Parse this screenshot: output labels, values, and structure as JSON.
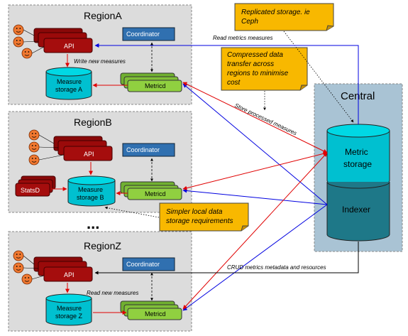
{
  "regions": [
    {
      "name": "RegionA",
      "api": "API",
      "coordinator": "Coordinator",
      "metricd": "Metricd",
      "storage_line1": "Measure",
      "storage_line2": "storage A",
      "flow_label": "Write new measures"
    },
    {
      "name": "RegionB",
      "api": "API",
      "coordinator": "Coordinator",
      "metricd": "Metricd",
      "storage_line1": "Measure",
      "storage_line2": "storage B",
      "statsd": "StatsD"
    },
    {
      "name": "RegionZ",
      "api": "API",
      "coordinator": "Coordinator",
      "metricd": "Metricd",
      "storage_line1": "Measure",
      "storage_line2": "storage Z",
      "flow_label": "Read new measures"
    }
  ],
  "ellipsis": "...",
  "central": {
    "title": "Central",
    "metric_storage_line1": "Metric",
    "metric_storage_line2": "storage",
    "indexer": "Indexer"
  },
  "notes": {
    "replicated": [
      "Replicated storage. ie",
      "Ceph"
    ],
    "compressed": [
      "Compressed data",
      "transfer across",
      "regions to minimise",
      "cost"
    ],
    "simpler": [
      "Simpler local data",
      "storage requirements"
    ]
  },
  "edge_labels": {
    "read_metrics": "Read metrics measures",
    "store_processed": "Store processed measures",
    "crud": "CRUD metrics metadata and resources"
  },
  "colors": {
    "region_fill": "#dcdcdc",
    "api_fill": "#a50d0d",
    "coordinator_fill": "#3070b0",
    "metricd_fill": "#90d040",
    "storage_fill": "#00c0d0",
    "central_fill": "#a9c3d4",
    "indexer_fill": "#1e7888",
    "note_fill": "#f8b800",
    "person_fill": "#f07830",
    "red_edge": "#e00000",
    "blue_edge": "#0000e0"
  }
}
